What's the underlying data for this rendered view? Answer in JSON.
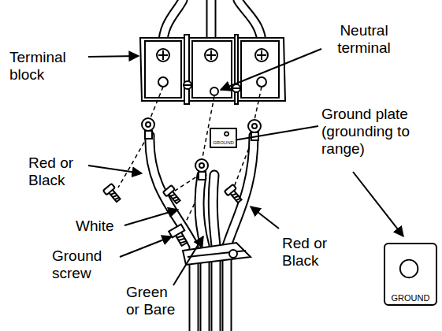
{
  "diagram": {
    "nodes": [
      {
        "text": [
          "GROUND"
        ]
      },
      {
        "text": [
          "GROUND"
        ]
      }
    ],
    "labels": [
      "Terminal block",
      "Neutral terminal",
      "Ground plate (grounding to range)",
      "Red or Black",
      "White",
      "Ground screw",
      "Green or Bare",
      "Red or Black"
    ]
  }
}
